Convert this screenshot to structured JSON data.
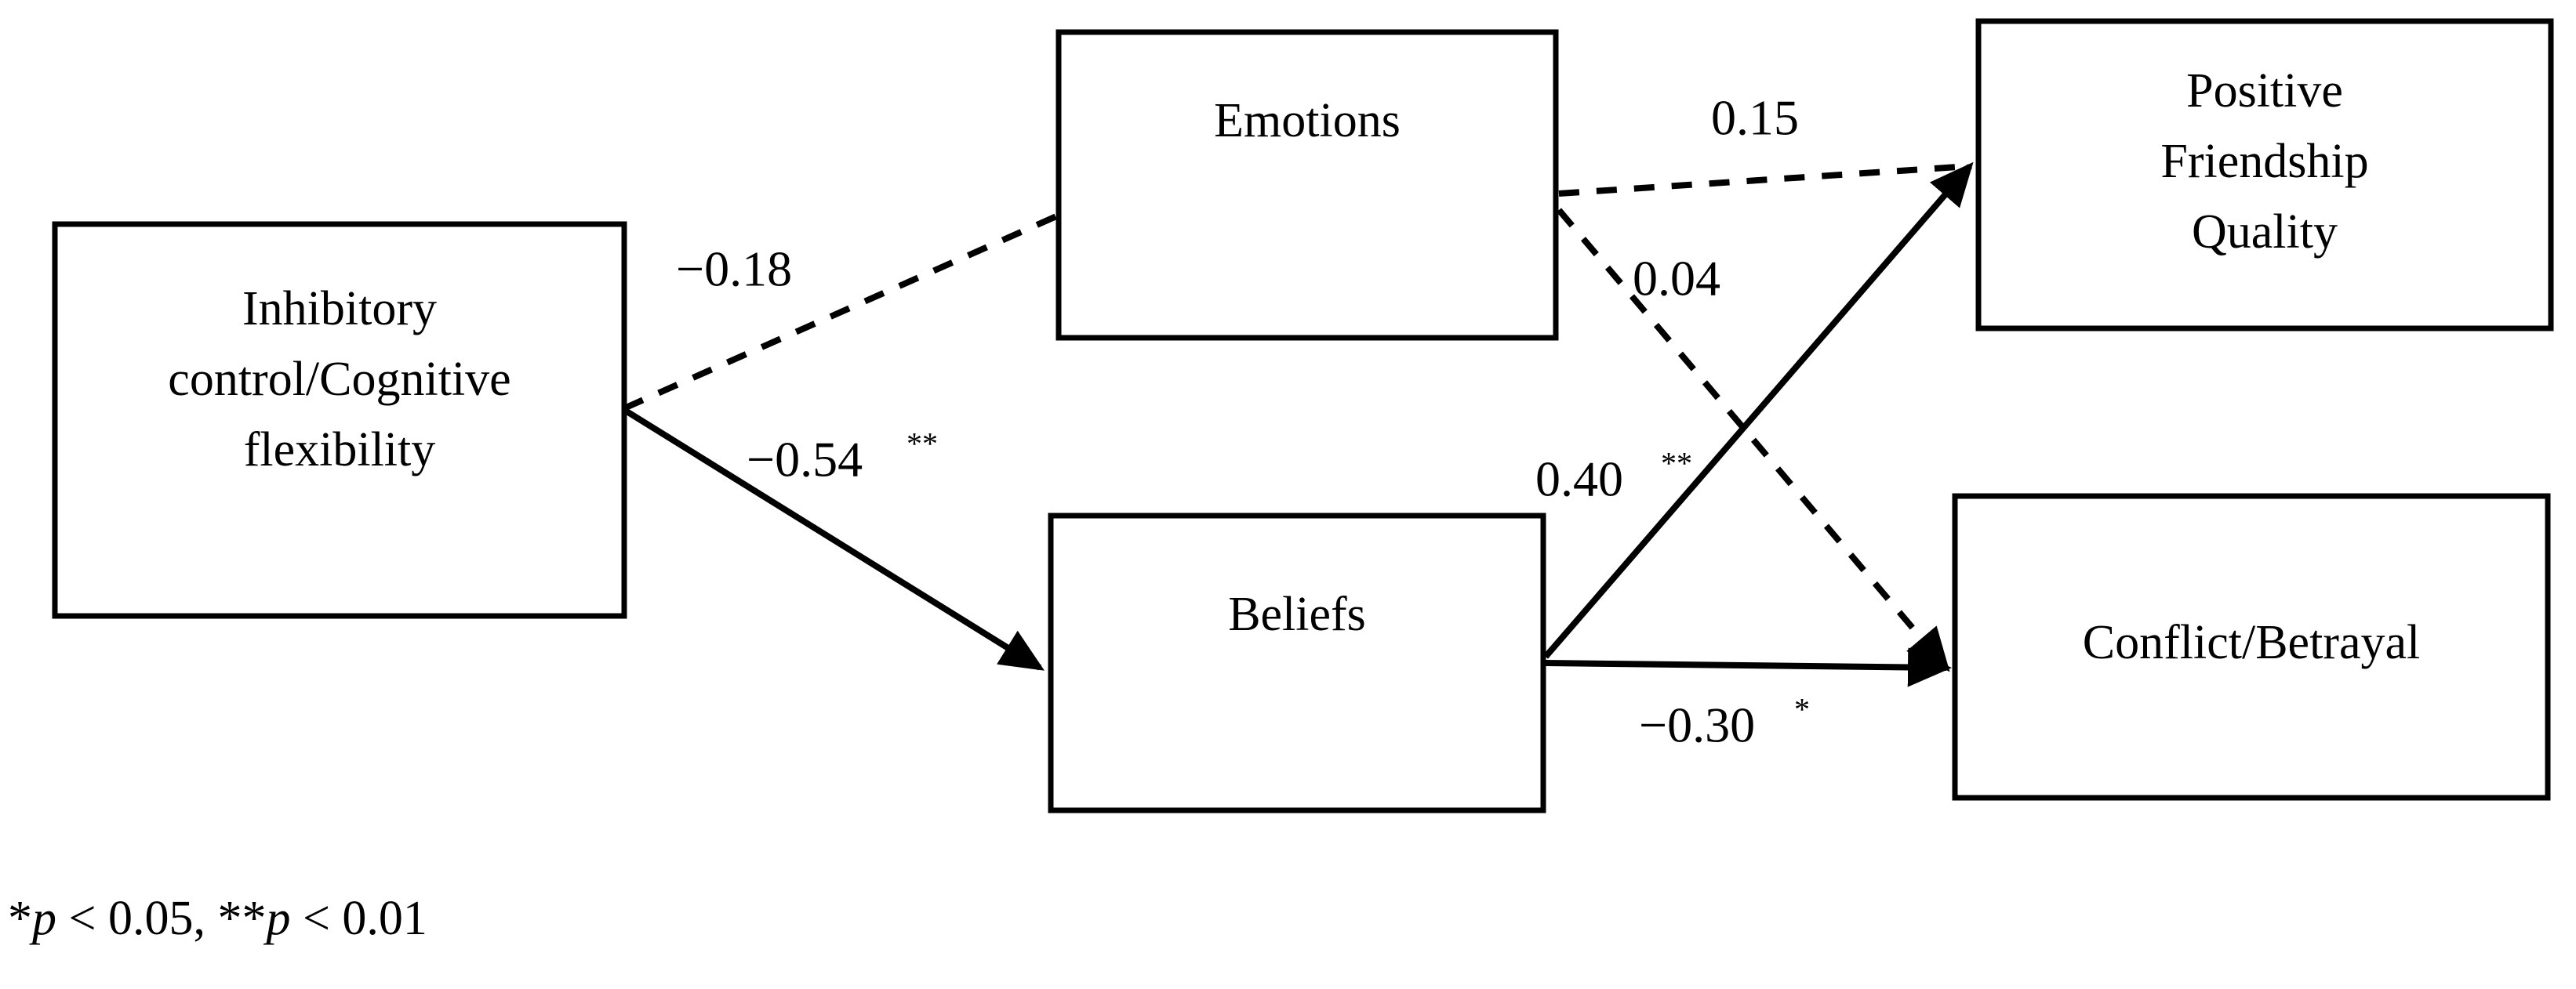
{
  "figure": {
    "type": "path-diagram",
    "title": "",
    "background_color": "#ffffff",
    "line_color": "#000000"
  },
  "nodes": {
    "executive_function": {
      "id": "inhibitory-control-cognitive-flexibility",
      "line1": "Inhibitory",
      "line2": "control/Cognitive",
      "line3": "flexibility"
    },
    "emotions": {
      "id": "emotions",
      "line1": "Emotions"
    },
    "beliefs": {
      "id": "beliefs",
      "line1": "Beliefs"
    },
    "positive_friendship_quality": {
      "id": "positive-friendship-quality",
      "line1": "Positive",
      "line2": "Friendship",
      "line3": "Quality"
    },
    "conflict_betrayal": {
      "id": "conflict-betrayal",
      "line1": "Conflict/Betrayal"
    }
  },
  "paths": [
    {
      "from": "Inhibitory control/Cognitive flexibility",
      "to": "Emotions",
      "coefficient": "−0.18",
      "stars": "",
      "significant": false,
      "style": "dashed"
    },
    {
      "from": "Inhibitory control/Cognitive flexibility",
      "to": "Beliefs",
      "coefficient": "−0.54",
      "stars": "**",
      "significant": true,
      "style": "solid"
    },
    {
      "from": "Emotions",
      "to": "Positive Friendship Quality",
      "coefficient": "0.15",
      "stars": "",
      "significant": false,
      "style": "dashed"
    },
    {
      "from": "Emotions",
      "to": "Conflict/Betrayal",
      "coefficient": "0.04",
      "stars": "",
      "significant": false,
      "style": "dashed"
    },
    {
      "from": "Beliefs",
      "to": "Positive Friendship Quality",
      "coefficient": "0.40",
      "stars": "**",
      "significant": true,
      "style": "solid"
    },
    {
      "from": "Beliefs",
      "to": "Conflict/Betrayal",
      "coefficient": "−0.30",
      "stars": "*",
      "significant": true,
      "style": "solid"
    }
  ],
  "labels": {
    "ef_to_emotions": "−0.18",
    "ef_to_beliefs_value": "−0.54",
    "ef_to_beliefs_stars": "**",
    "emotions_to_pfq": "0.15",
    "emotions_to_conflict": "0.04",
    "beliefs_to_pfq_value": "0.40",
    "beliefs_to_pfq_stars": "**",
    "beliefs_to_conflict_value": "−0.30",
    "beliefs_to_conflict_stars": "*"
  },
  "footnote": {
    "star_single": "*",
    "p_italic_1": "p",
    "cond_1": " < 0.05, ",
    "star_double": "**",
    "p_italic_2": "p",
    "cond_2": " < 0.01"
  }
}
